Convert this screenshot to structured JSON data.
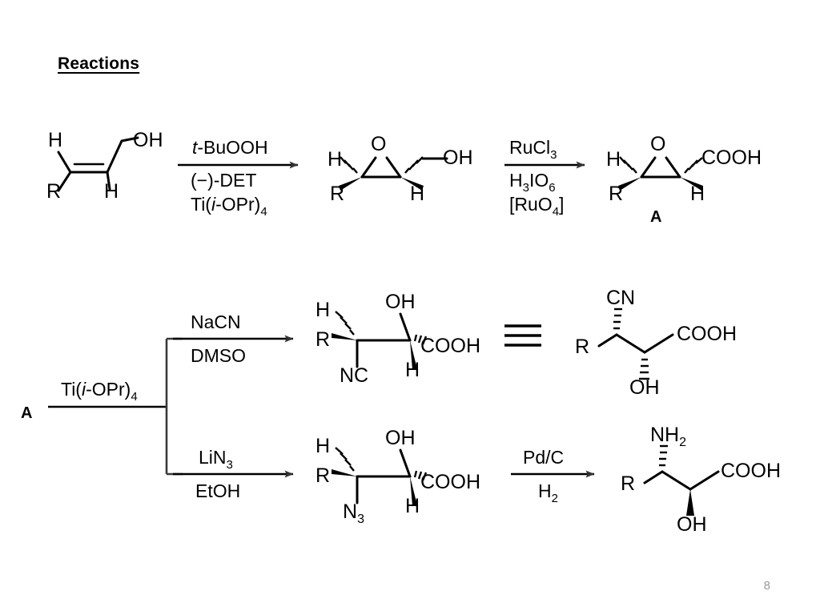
{
  "slide": {
    "title": "Reactions",
    "page_number": "8",
    "background_color": "#ffffff",
    "text_color": "#000000",
    "page_number_color": "#9a9a9a"
  },
  "scheme_1": {
    "name": "Sharpless epoxidation then oxidative cleavage to epoxy acid A",
    "reactant": {
      "name": "cis-allylic alcohol",
      "labels": [
        "H",
        "R",
        "H",
        "OH"
      ],
      "bond_type": "cis-alkene"
    },
    "arrow_1": {
      "above": "t-BuOOH",
      "above_italic_prefix": "t",
      "below_line_1": "(−)-DET",
      "below_line_2": "Ti(i-OPr)4",
      "below_line_2_main": "Ti(",
      "below_line_2_italic": "i",
      "below_line_2_mid": "-OPr)",
      "below_line_2_sub": "4"
    },
    "intermediate": {
      "name": "2,3-epoxy alcohol",
      "ring_atom": "O",
      "labels": [
        "H",
        "R",
        "H",
        "OH"
      ],
      "stereo": [
        "hash",
        "wedge",
        "wedge",
        "hash"
      ]
    },
    "arrow_2": {
      "above": "RuCl3",
      "above_main": "RuCl",
      "above_sub": "3",
      "below_line_1_main": "H",
      "below_line_1_sub_a": "3",
      "below_line_1_mid": "IO",
      "below_line_1_sub_b": "6",
      "below_line_2_main": "[RuO",
      "below_line_2_sub": "4",
      "below_line_2_end": "]"
    },
    "product": {
      "name": "2,3-epoxy acid",
      "ring_atom": "O",
      "labels": [
        "H",
        "R",
        "H",
        "COOH"
      ],
      "compound_label": "A"
    }
  },
  "scheme_2": {
    "start_label": "A",
    "branch_reagent_main": "Ti(",
    "branch_reagent_italic": "i",
    "branch_reagent_mid": "-OPr)",
    "branch_reagent_sub": "4",
    "branch_reagent_full": "Ti(i-OPr)4",
    "top_branch": {
      "arrow": {
        "above": "NaCN",
        "below": "DMSO"
      },
      "product": {
        "name": "anti-2-hydroxy-3-cyano acid",
        "labels": [
          "H",
          "R",
          "NC",
          "OH",
          "COOH",
          "H"
        ],
        "stereo": [
          "hash",
          "wedge",
          "plain",
          "plain",
          "hash",
          "wedge"
        ]
      },
      "equivalence_symbol": "≡",
      "redrawn": {
        "name": "zig-zag redraw of cyano hydroxy acid",
        "labels": [
          "CN",
          "R",
          "COOH",
          "OH"
        ],
        "stereo": [
          "hash",
          "plain",
          "plain",
          "hash"
        ]
      }
    },
    "bottom_branch": {
      "arrow": {
        "above": "LiN3",
        "above_main": "LiN",
        "above_sub": "3",
        "below": "EtOH"
      },
      "product": {
        "name": "3-azido-2-hydroxy acid",
        "labels": [
          "H",
          "R",
          "N3",
          "OH",
          "COOH",
          "H"
        ],
        "label_azide_main": "N",
        "label_azide_sub": "3",
        "stereo": [
          "hash",
          "wedge",
          "plain",
          "plain",
          "hash",
          "wedge"
        ]
      },
      "arrow_2": {
        "above": "Pd/C",
        "below_main": "H",
        "below_sub": "2",
        "below": "H2"
      },
      "final_product": {
        "name": "beta-hydroxy-alpha-amino acid",
        "label_amine_main": "NH",
        "label_amine_sub": "2",
        "labels": [
          "NH2",
          "R",
          "COOH",
          "OH"
        ],
        "stereo": [
          "hash",
          "plain",
          "plain",
          "wedge"
        ]
      }
    }
  }
}
